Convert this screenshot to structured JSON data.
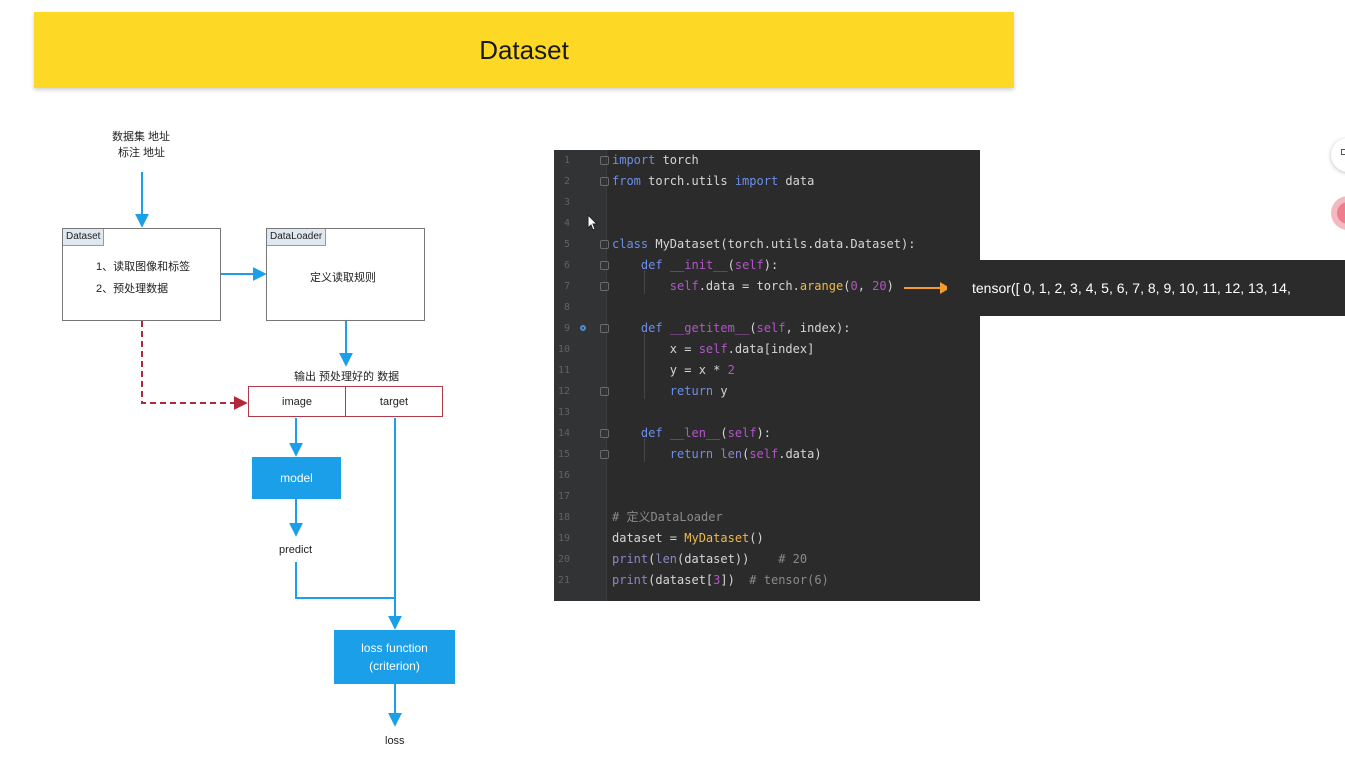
{
  "banner": {
    "title": "Dataset"
  },
  "diagram": {
    "top_lines": [
      "数据集 地址",
      "标注 地址"
    ],
    "dataset_box": {
      "tag": "Dataset",
      "items": [
        "1、读取图像和标签",
        "2、预处理数据"
      ]
    },
    "dataloader_box": {
      "tag": "DataLoader",
      "text": "定义读取规则"
    },
    "output_label": "输出 预处理好的 数据",
    "output_cells": [
      "image",
      "target"
    ],
    "model_label": "model",
    "predict_label": "predict",
    "loss_fn": {
      "line1": "loss function",
      "line2": "(criterion)"
    },
    "loss_label": "loss"
  },
  "code": {
    "line_numbers": [
      "1",
      "2",
      "3",
      "4",
      "5",
      "6",
      "7",
      "8",
      "9",
      "10",
      "11",
      "12",
      "13",
      "14",
      "15",
      "16",
      "17",
      "18",
      "19",
      "20",
      "21"
    ]
  },
  "tensor_output": "tensor([ 0,  1,  2,  3,  4,  5,  6,  7,  8,  9, 10, 11, 12, 13, 14,",
  "colors": {
    "banner": "#fdd925",
    "accent_blue": "#1b9fe8",
    "dashed_red": "#b3263b",
    "arrow_orange": "#f39c2b",
    "code_bg": "#2b2b2b"
  }
}
